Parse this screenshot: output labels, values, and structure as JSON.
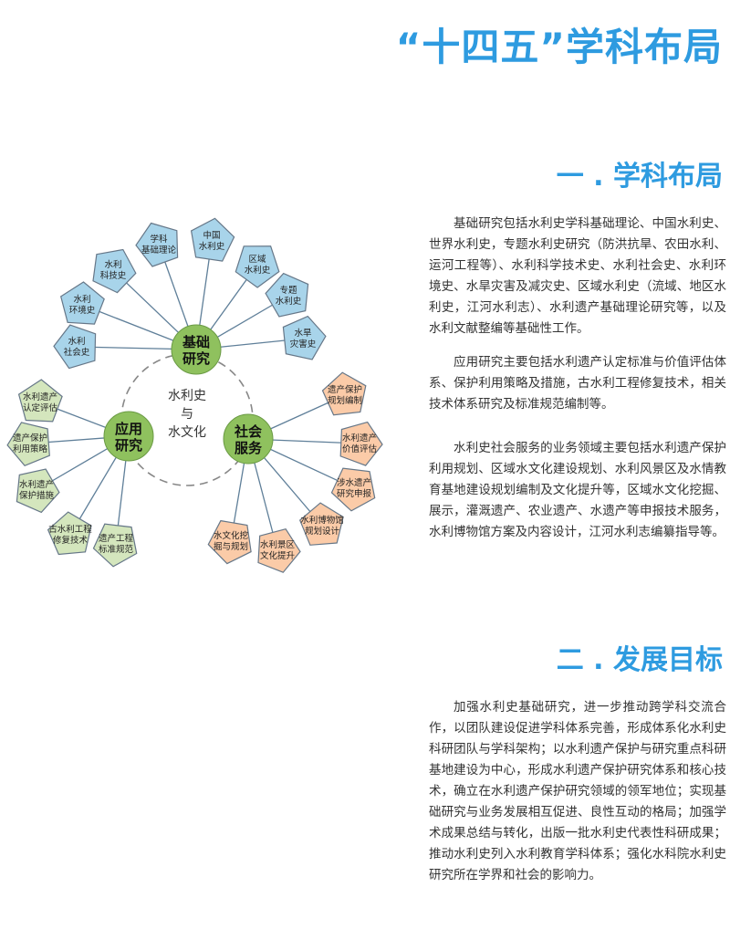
{
  "page_title": "“十四五”学科布局",
  "section1": {
    "heading": "一 . 学科布局",
    "paragraphs": [
      "基础研究包括水利史学科基础理论、中国水利史、世界水利史，专题水利史研究（防洪抗旱、农田水利、运河工程等）、水利科学技术史、水利社会史、水利环境史、水旱灾害及减灾史、区域水利史（流域、地区水利史，江河水利志）、水利遗产基础理论研究等，以及水利文献整编等基础性工作。",
      "应用研究主要包括水利遗产认定标准与价值评估体系、保护利用策略及措施，古水利工程修复技术，相关技术体系研究及标准规范编制等。",
      "水利史社会服务的业务领域主要包括水利遗产保护利用规划、区域水文化建设规划、水利风景区及水情教育基地建设规划编制及文化提升等，区域水文化挖掘、展示，灌溉遗产、农业遗产、水遗产等申报技术服务，水利博物馆方案及内容设计，江河水利志编纂指导等。"
    ]
  },
  "section2": {
    "heading": "二 . 发展目标",
    "paragraph": "加强水利史基础研究，进一步推动跨学科交流合作，以团队建设促进学科体系完善，形成体系化水利史科研团队与学科架构；以水利遗产保护与研究重点科研基地建设为中心，形成水利遗产保护研究体系和核心技术，确立在水利遗产保护研究领域的领军地位；实现基础研究与业务发展相互促进、良性互动的格局；加强学术成果总结与转化，出版一批水利史代表性科研成果；推动水利史列入水利教育学科体系；强化水科院水利史研究所在学界和社会的影响力。"
  },
  "diagram": {
    "center": [
      "水利史",
      "与",
      "水文化"
    ],
    "colors": {
      "blue": "#a8d4ea",
      "green": "#d4e6bd",
      "orange": "#fbcba8",
      "edge": "#667788",
      "line": "#5f7f99",
      "hub": "#8fc15e"
    },
    "hubs": [
      {
        "id": "basic",
        "lines": [
          "基础",
          "研究"
        ],
        "color": "blue"
      },
      {
        "id": "applied",
        "lines": [
          "应用",
          "研究"
        ],
        "color": "green"
      },
      {
        "id": "social",
        "lines": [
          "社会",
          "服务"
        ],
        "color": "orange"
      }
    ],
    "nodes": [
      {
        "hub": "basic",
        "lines": [
          "水利",
          "社会史"
        ]
      },
      {
        "hub": "basic",
        "lines": [
          "水利",
          "环境史"
        ]
      },
      {
        "hub": "basic",
        "lines": [
          "水利",
          "科技史"
        ]
      },
      {
        "hub": "basic",
        "lines": [
          "学科",
          "基础理论"
        ]
      },
      {
        "hub": "basic",
        "lines": [
          "中国",
          "水利史"
        ]
      },
      {
        "hub": "basic",
        "lines": [
          "区域",
          "水利史"
        ]
      },
      {
        "hub": "basic",
        "lines": [
          "专题",
          "水利史"
        ]
      },
      {
        "hub": "basic",
        "lines": [
          "水旱",
          "灾害史"
        ]
      },
      {
        "hub": "applied",
        "lines": [
          "水利遗产",
          "认定评估"
        ]
      },
      {
        "hub": "applied",
        "lines": [
          "遗产保护",
          "利用策略"
        ]
      },
      {
        "hub": "applied",
        "lines": [
          "水利遗产",
          "保护措施"
        ]
      },
      {
        "hub": "applied",
        "lines": [
          "古水利工程",
          "修复技术"
        ]
      },
      {
        "hub": "applied",
        "lines": [
          "遗产工程",
          "标准规范"
        ]
      },
      {
        "hub": "social",
        "lines": [
          "遗产保护",
          "规划编制"
        ]
      },
      {
        "hub": "social",
        "lines": [
          "水利遗产",
          "价值评估"
        ]
      },
      {
        "hub": "social",
        "lines": [
          "涉水遗产",
          "研究申报"
        ]
      },
      {
        "hub": "social",
        "lines": [
          "水利博物馆",
          "规划设计"
        ]
      },
      {
        "hub": "social",
        "lines": [
          "水利景区",
          "文化提升"
        ]
      },
      {
        "hub": "social",
        "lines": [
          "水文化挖",
          "掘与规划"
        ]
      }
    ]
  }
}
